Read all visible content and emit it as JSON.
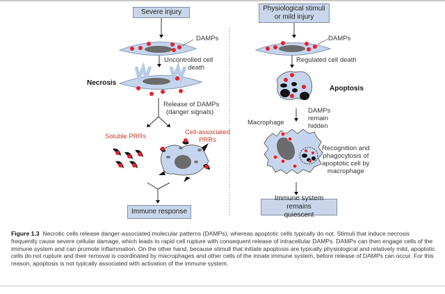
{
  "left_panel": {
    "start_box": "Severe injury",
    "damps_label": "DAMPs",
    "uncontrolled_label_1": "Uncontrolled cell",
    "uncontrolled_label_2": "death",
    "necrosis_label": "Necrosis",
    "release_label_1": "Release of DAMPs",
    "release_label_2": "(danger signals)",
    "soluble_prrs_label": "Soluble PRRs",
    "cell_assoc_label_1": "Cell-associated",
    "cell_assoc_label_2": "PRRs",
    "end_box": "Immune response"
  },
  "right_panel": {
    "start_box_1": "Physiological stimuli",
    "start_box_2": "or mild injury",
    "damps_label": "DAMPs",
    "regulated_label": "Regulated cell death",
    "apoptosis_label": "Apoptosis",
    "hidden_label_1": "DAMPs",
    "hidden_label_2": "remain",
    "hidden_label_3": "hidden",
    "macrophage_label": "Macrophage",
    "recognition_label_1": "Recognition and",
    "recognition_label_2": "phagocytosis of",
    "recognition_label_3": "apoptotic cell by",
    "recognition_label_4": "macrophage",
    "end_box_1": "Immune system remains",
    "end_box_2": "quiescent"
  },
  "caption": {
    "figure_label": "Figure 1.3",
    "text": "Necrotic cells release danger-associated molecular patterns (DAMPs), whereas apoptotic cells typically do not. Stimuli that induce necrosis frequently cause severe cellular damage, which leads to rapid cell rupture with consequent release of intracellular DAMPs. DAMPs can then engage cells of the immune system and can promote inflammation. On the other hand, because stimuli that initiate apoptosis are typically physiological and relatively mild, apoptotic cells do not rupture and their removal is coordinated by macrophages and other cells of the innate immune system, before release of DAMPs can occur. For this reason, apoptosis is not typically associated with activation of the immune system."
  },
  "colors": {
    "box_fill": "#c9d6ea",
    "cell_fill": "#c5d5ee",
    "damp_red": "#e8202a",
    "label_red": "#c0392b",
    "nucleus_gray": "#6b6b6b"
  }
}
